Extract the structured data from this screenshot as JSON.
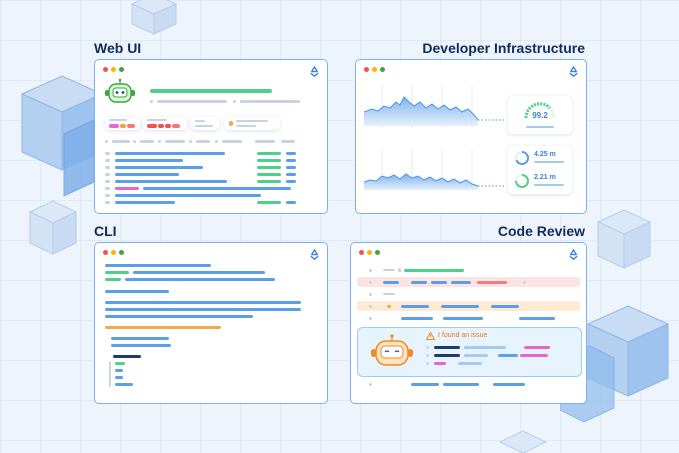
{
  "sections": {
    "web_ui": "Web UI",
    "developer_infrastructure": "Developer Infrastructure",
    "cli": "CLI",
    "code_review": "Code Review"
  },
  "infra": {
    "gauge_value": "99.2",
    "metric_1": "4.25 m",
    "metric_2": "2.21 m"
  },
  "code_review": {
    "issue_message": "I found an issue"
  },
  "colors": {
    "accent": "#5b9fe8",
    "border": "#7eaee8",
    "title": "#0f2a5c",
    "success": "#4fd08a",
    "warning": "#f3a94a",
    "error_row": "#fde4e4",
    "warning_row": "#fdebd4",
    "highlight": "#e767c8"
  },
  "icons": {
    "logo": "recycle-logo-icon",
    "mascot": "robot-mascot-icon",
    "warning": "warning-triangle-icon"
  }
}
